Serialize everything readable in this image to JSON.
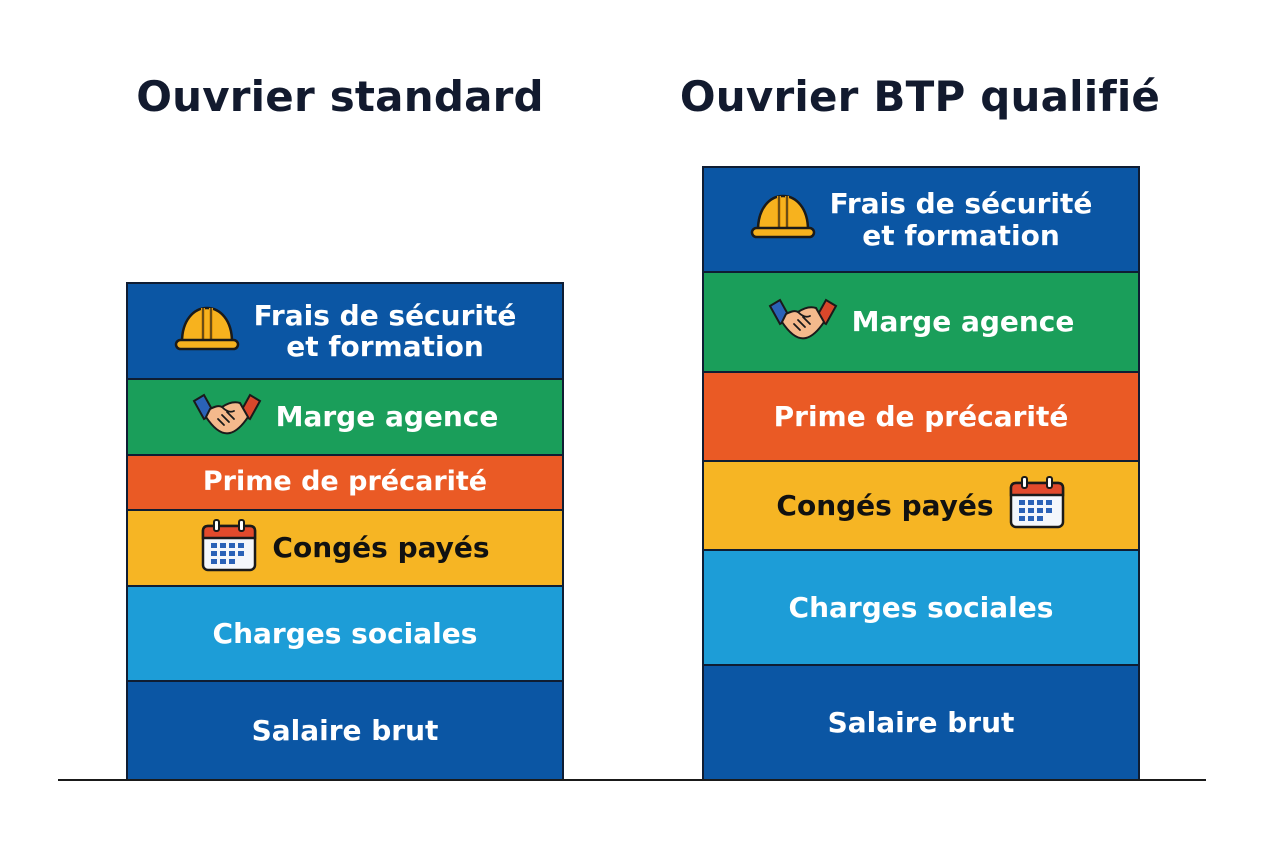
{
  "titles": {
    "standard": "Ouvrier standard",
    "qualified": "Ouvrier BTP qualifié"
  },
  "segments": {
    "securite": "Frais de sécurité\net formation",
    "marge": "Marge agence",
    "prime": "Prime de précarité",
    "conges": "Congés payés",
    "charges": "Charges sociales",
    "salaire": "Salaire brut"
  },
  "icons": {
    "securite": "hard-hat-icon",
    "marge": "handshake-icon",
    "conges": "calendar-icon"
  },
  "colors": {
    "securite": "#0b56a4",
    "marge": "#1a9e5a",
    "prime": "#ea5a25",
    "conges": "#f6b524",
    "charges": "#1d9dd7",
    "salaire": "#0b56a4",
    "text_light": "#ffffff",
    "text_dark": "#111111",
    "border": "#0f1d33"
  }
}
